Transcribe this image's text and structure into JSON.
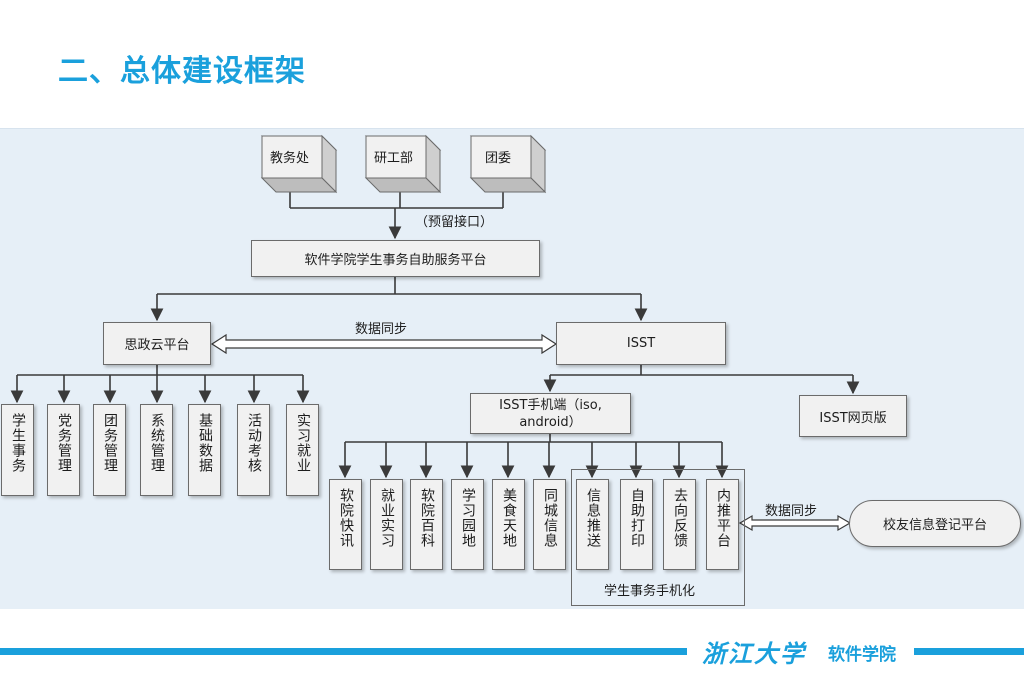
{
  "page": {
    "title": "二、总体建设框架"
  },
  "diagram": {
    "sources": [
      "教务处",
      "研工部",
      "团委"
    ],
    "reserved_label": "（预留接口）",
    "platform": "软件学院学生事务自助服务平台",
    "szy": "思政云平台",
    "sync_label_1": "数据同步",
    "isst": "ISST",
    "szy_children": [
      "学生事务",
      "党务管理",
      "团务管理",
      "系统管理",
      "基础数据",
      "活动考核",
      "实习就业"
    ],
    "isst_mobile_line1": "ISST手机端（iso,",
    "isst_mobile_line2": "android）",
    "isst_web": "ISST网页版",
    "mobile_children": [
      "软院快讯",
      "就业实习",
      "软院百科",
      "学习园地",
      "美食天地",
      "同城信息",
      "信息推送",
      "自助打印",
      "去向反馈",
      "内推平台"
    ],
    "group_label": "学生事务手机化",
    "sync_label_2": "数据同步",
    "alumni": "校友信息登记平台"
  },
  "footer": {
    "logo_text": "浙江大学",
    "logo_sub": "软件学院"
  },
  "colors": {
    "accent": "#1aa0dc",
    "panel_bg": "#e6eff7",
    "box_bg": "#f1f1f1",
    "line": "#3a3a3a"
  }
}
